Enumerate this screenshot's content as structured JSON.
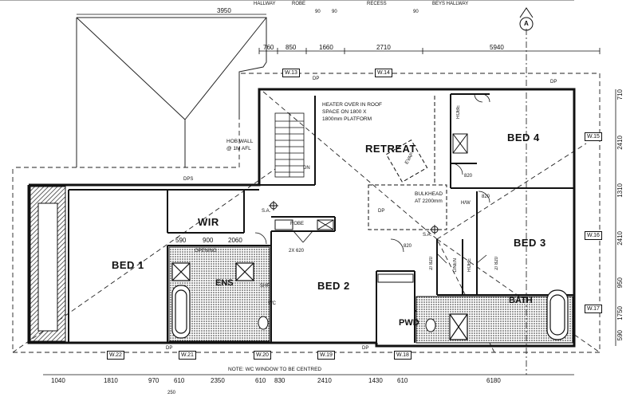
{
  "top_hallway": {
    "labels": [
      "HALLWAY",
      "ROBE",
      "90",
      "90",
      "RECESS",
      "90",
      "BEYS HALLWAY"
    ]
  },
  "top_dims_row1": [
    "3950"
  ],
  "top_dims_row2": [
    "760",
    "850",
    "1660",
    "2710",
    "5940"
  ],
  "bottom_dims": [
    "1040",
    "1810",
    "970",
    "610",
    "2350",
    "610",
    "830",
    "2410",
    "1430",
    "610",
    "6180"
  ],
  "bottom_extra": "250",
  "right_dims": [
    "710",
    "2410",
    "1310",
    "2410",
    "950",
    "1750",
    "590"
  ],
  "grid_marker": "A",
  "rooms": {
    "bed1": "BED 1",
    "bed2": "BED 2",
    "bed3": "BED 3",
    "bed4": "BED 4",
    "retreat": "RETREAT",
    "wir": "WIR",
    "ens": "ENS",
    "bath": "BATH",
    "pwd": "PWD",
    "robe": "ROBE",
    "linen": "LINEN",
    "wc": "WC"
  },
  "notes": {
    "heater": [
      "HEATER OVER IN ROOF",
      "SPACE ON 1800 X",
      "1800mm PLATFORM"
    ],
    "hob_wall": [
      "HOB WALL",
      "@ 1M AFL"
    ],
    "bulkhead": [
      "BULKHEAD",
      "AT 2200mm"
    ],
    "bottom_note": "NOTE: WC WINDOW TO BE CENTRED",
    "opening": "OPENING",
    "sa1": "S.A.",
    "sa2": "S.A.",
    "dps": "DPS",
    "evap": "EVAP",
    "hw": "H/W",
    "dn": "DN",
    "bath_w": "BATH",
    "shr": "SHR",
    "opening_dims": [
      "590",
      "900",
      "2060"
    ],
    "door_820": [
      "820",
      "820",
      "820",
      "2/ 820",
      "2/ 820",
      "2X 620"
    ],
    "dp": "DP"
  },
  "windows": {
    "top": [
      "W.13",
      "W.14"
    ],
    "right": [
      "W.15",
      "W.16",
      "W.17"
    ],
    "bottom": [
      "W.22",
      "W.21",
      "W.20",
      "W.19",
      "W.18"
    ]
  }
}
